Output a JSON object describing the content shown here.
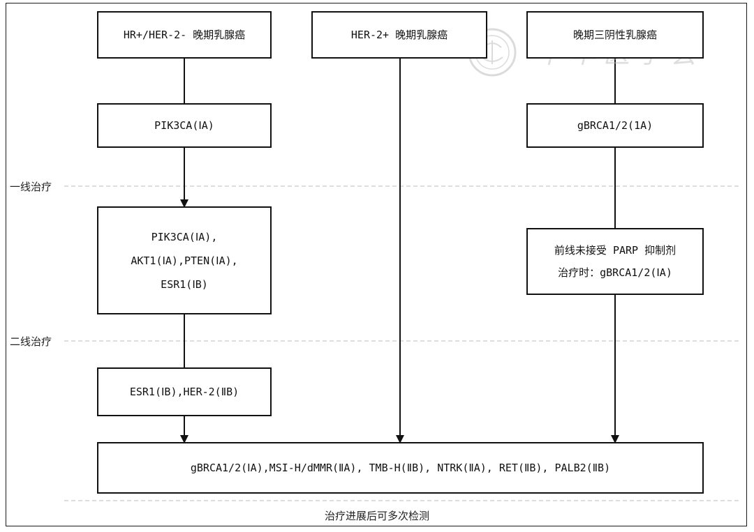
{
  "columns": {
    "hr_pos": {
      "title": "HR+/HER-2- 晚期乳腺癌",
      "first_line": "PIK3CA(ⅠA)",
      "second_line": [
        "PIK3CA(ⅠA),",
        "AKT1(ⅠA),PTEN(ⅠA),",
        "ESR1(ⅠB)"
      ],
      "later_line": "ESR1(ⅠB),HER-2(ⅡB)"
    },
    "her2_pos": {
      "title": "HER-2+ 晚期乳腺癌"
    },
    "tnbc": {
      "title": "晚期三阴性乳腺癌",
      "first_line": "gBRCA1/2(1A)",
      "second_line": [
        "前线未接受 PARP 抑制剂",
        "治疗时：gBRCA1/2(ⅠA)"
      ]
    }
  },
  "bottom_box": "gBRCA1/2(ⅠA),MSI-H/dMMR(ⅡA), TMB-H(ⅡB), NTRK(ⅡA), RET(ⅡB), PALB2(ⅡB)",
  "lines": {
    "first": "一线治疗",
    "second": "二线治疗"
  },
  "footer": "治疗进展后可多次检测",
  "watermark": {
    "text": "中华医学会",
    "color": "#b0b0b0"
  },
  "colors": {
    "stroke": "#111111",
    "dashed": "#bbbbbb"
  }
}
